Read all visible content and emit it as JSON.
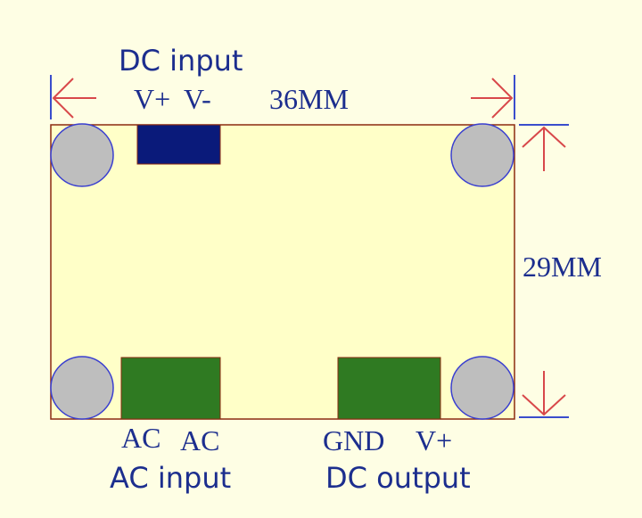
{
  "labels": {
    "dc_input_title": "DC input",
    "dc_input_vplus": "V+",
    "dc_input_vminus": "V-",
    "width_dim": "36MM",
    "height_dim": "29MM",
    "ac_pin1": "AC",
    "ac_pin2": "AC",
    "ac_input_title": "AC input",
    "gnd_pin": "GND",
    "vplus_pin": "V+",
    "dc_output_title": "DC output"
  },
  "colors": {
    "background": "#FEFEE4",
    "board_fill": "#FFFFC8",
    "board_outline": "#8B2A10",
    "hole_fill": "#BEBEBE",
    "hole_outline": "#3A3FD0",
    "dc_connector": "#0A1A7A",
    "terminal_block": "#2F7A22",
    "dimension_red": "#D8484A",
    "dimension_blue": "#3A4DCC",
    "text": "#1C2E8E"
  },
  "icons": {
    "left_arrow": "dimension-arrow-left-icon",
    "right_arrow": "dimension-arrow-right-icon",
    "up_arrow": "dimension-arrow-up-icon",
    "down_arrow": "dimension-arrow-down-icon"
  }
}
